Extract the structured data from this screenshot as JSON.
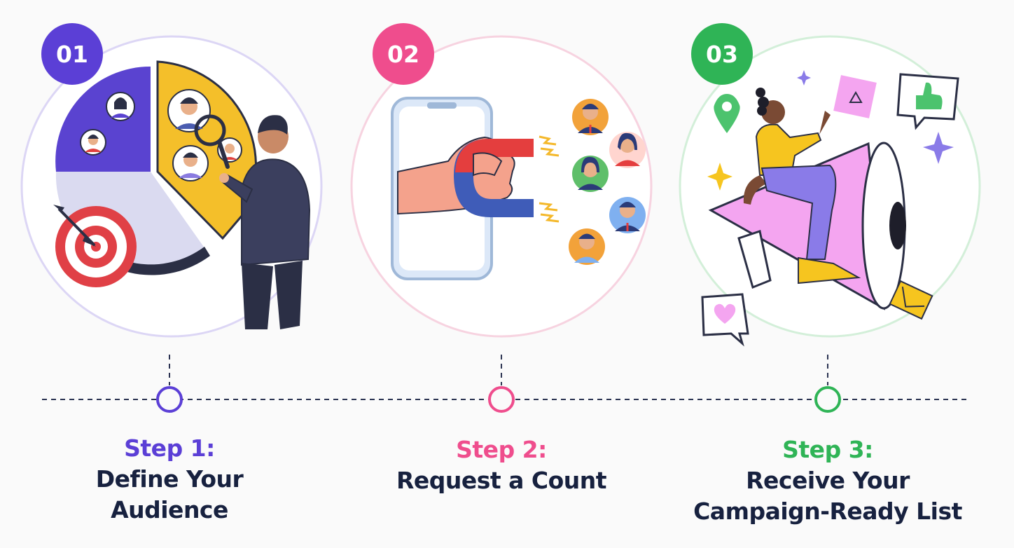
{
  "colors": {
    "step1": "#5b3fd6",
    "step2": "#ef4d8d",
    "step3": "#2fb456",
    "navy": "#17213f"
  },
  "steps": [
    {
      "badge": "01",
      "label": "Step 1:",
      "title_line1": "Define Your",
      "title_line2": "Audience",
      "illustration": "audience-targeting-illustration"
    },
    {
      "badge": "02",
      "label": "Step 2:",
      "title_line1": "Request a Count",
      "title_line2": "",
      "illustration": "magnet-phone-illustration"
    },
    {
      "badge": "03",
      "label": "Step 3:",
      "title_line1": "Receive Your",
      "title_line2": "Campaign-Ready List",
      "illustration": "megaphone-illustration"
    }
  ]
}
